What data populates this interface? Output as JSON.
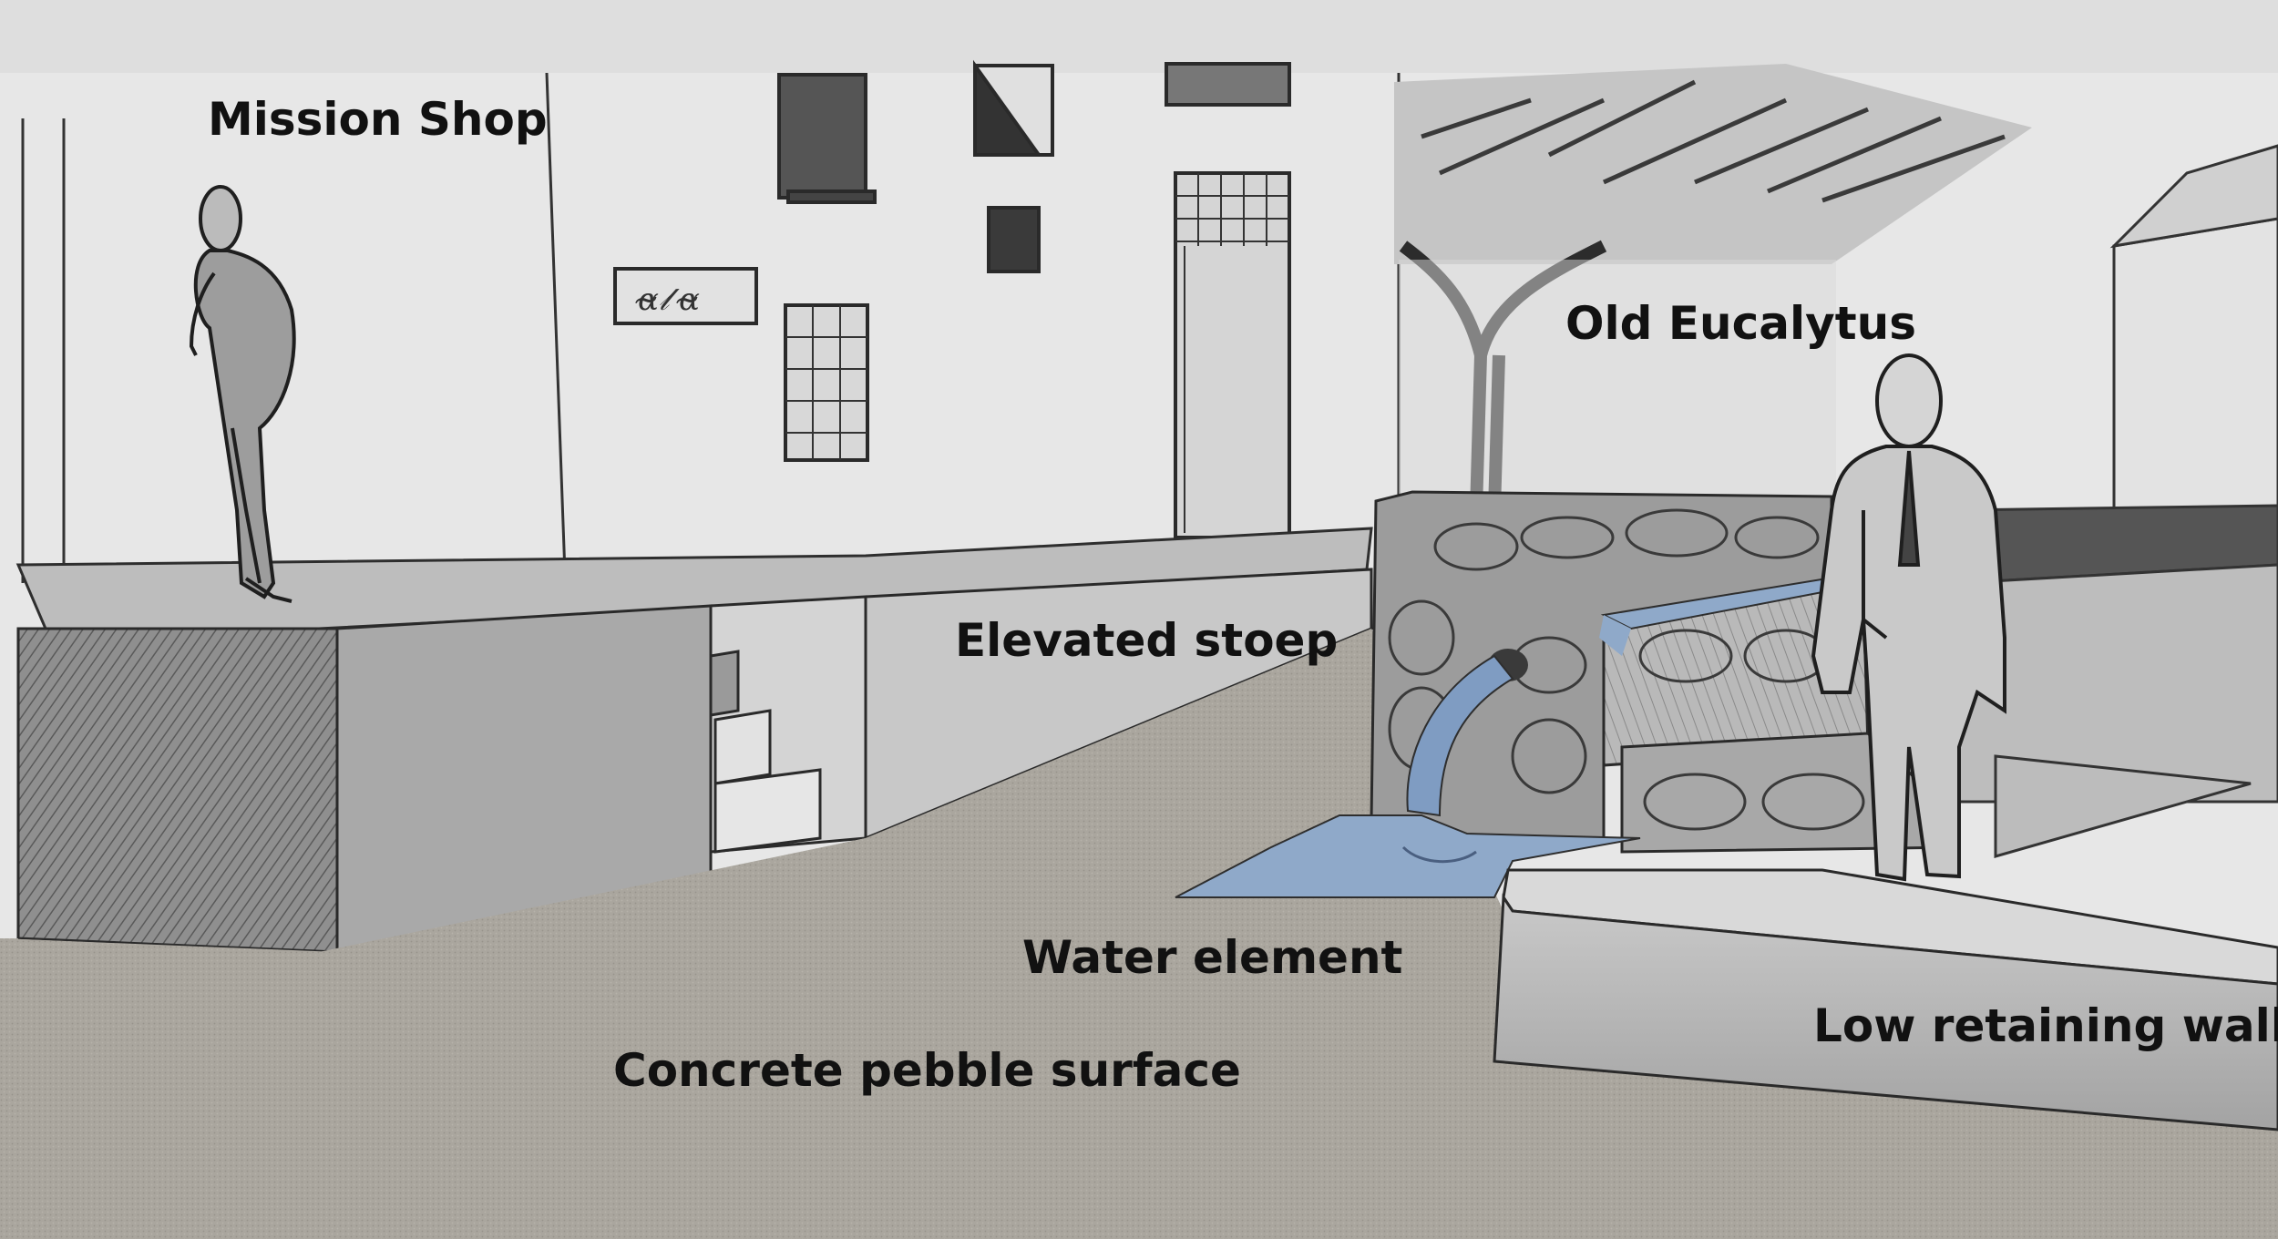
{
  "labels": {
    "mission_shop": "Mission Shop",
    "old_eucalyptus": "Old Eucalytus",
    "elevated_stoep": "Elevated stoep",
    "water_element": "Water element",
    "low_retaining_wall": "Low retaining wall",
    "concrete_surface": "Concrete pebble surface",
    "shop_sign": "ɑ̴𝓁 ɑ̴"
  },
  "colors": {
    "paper": "#e6e6e6",
    "ground": "#a8a59d",
    "water": "#8fa9c9",
    "pencil": "#2a2a2a"
  }
}
